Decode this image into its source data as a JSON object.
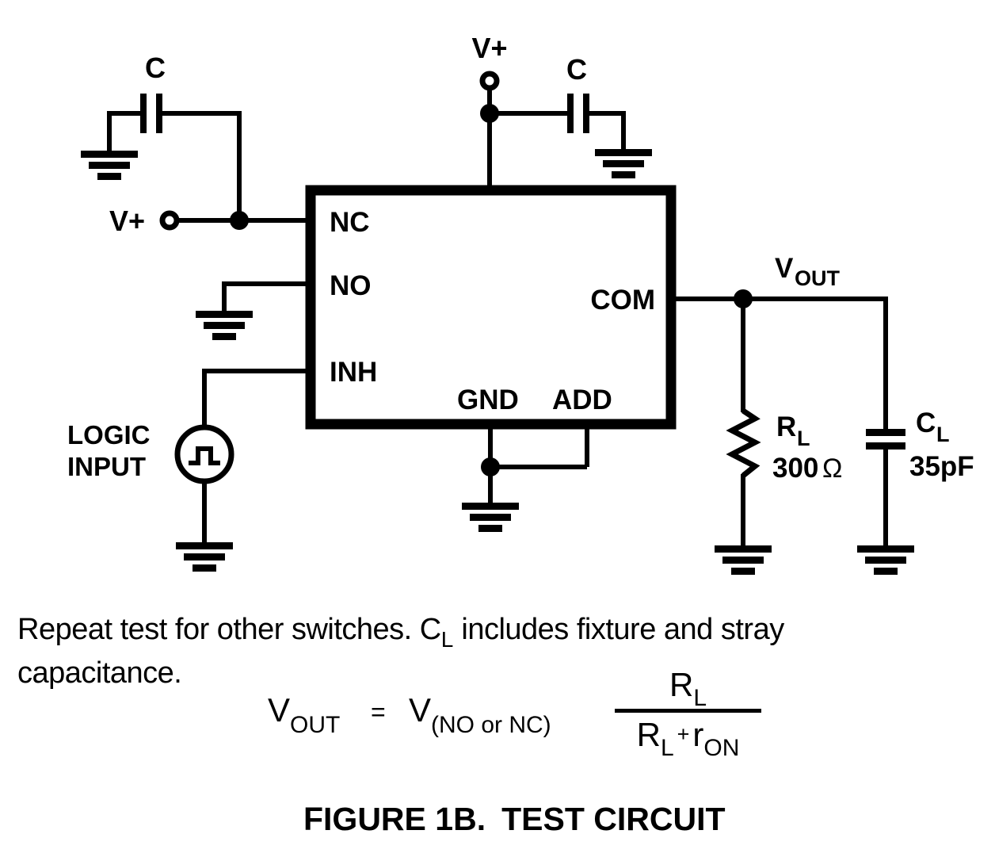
{
  "circuit": {
    "supply_top": "V+",
    "supply_left": "V+",
    "cap_top_label": "C",
    "cap_left_label": "C",
    "source_label_line1": "LOGIC",
    "source_label_line2": "INPUT",
    "ic_pins": {
      "nc": "NC",
      "no": "NO",
      "inh": "INH",
      "com": "COM",
      "gnd": "GND",
      "add": "ADD"
    },
    "output_node": {
      "v": "V",
      "v_sub": "OUT"
    },
    "load_resistor": {
      "r": "R",
      "r_sub": "L",
      "value": "300",
      "unit": "Ω"
    },
    "load_capacitor": {
      "c": "C",
      "c_sub": "L",
      "value": "35pF"
    }
  },
  "note": {
    "line1_part1": "Repeat test for other switches. C",
    "line1_sub": "L",
    "line1_part2": " includes fixture and stray",
    "line2": "capacitance."
  },
  "equation": {
    "lhs_main": "V",
    "lhs_sub": "OUT",
    "equals": "=",
    "rhs_main": "V",
    "rhs_sub": "(NO or NC)",
    "num_main": "R",
    "num_sub": "L",
    "den_r1": "R",
    "den_r1_sub": "L",
    "den_plus": "+",
    "den_r2": "r",
    "den_r2_sub": "ON"
  },
  "caption": {
    "label": "FIGURE 1B.",
    "title": "TEST CIRCUIT"
  },
  "colors": {
    "ink": "#000000",
    "background": "#ffffff"
  }
}
